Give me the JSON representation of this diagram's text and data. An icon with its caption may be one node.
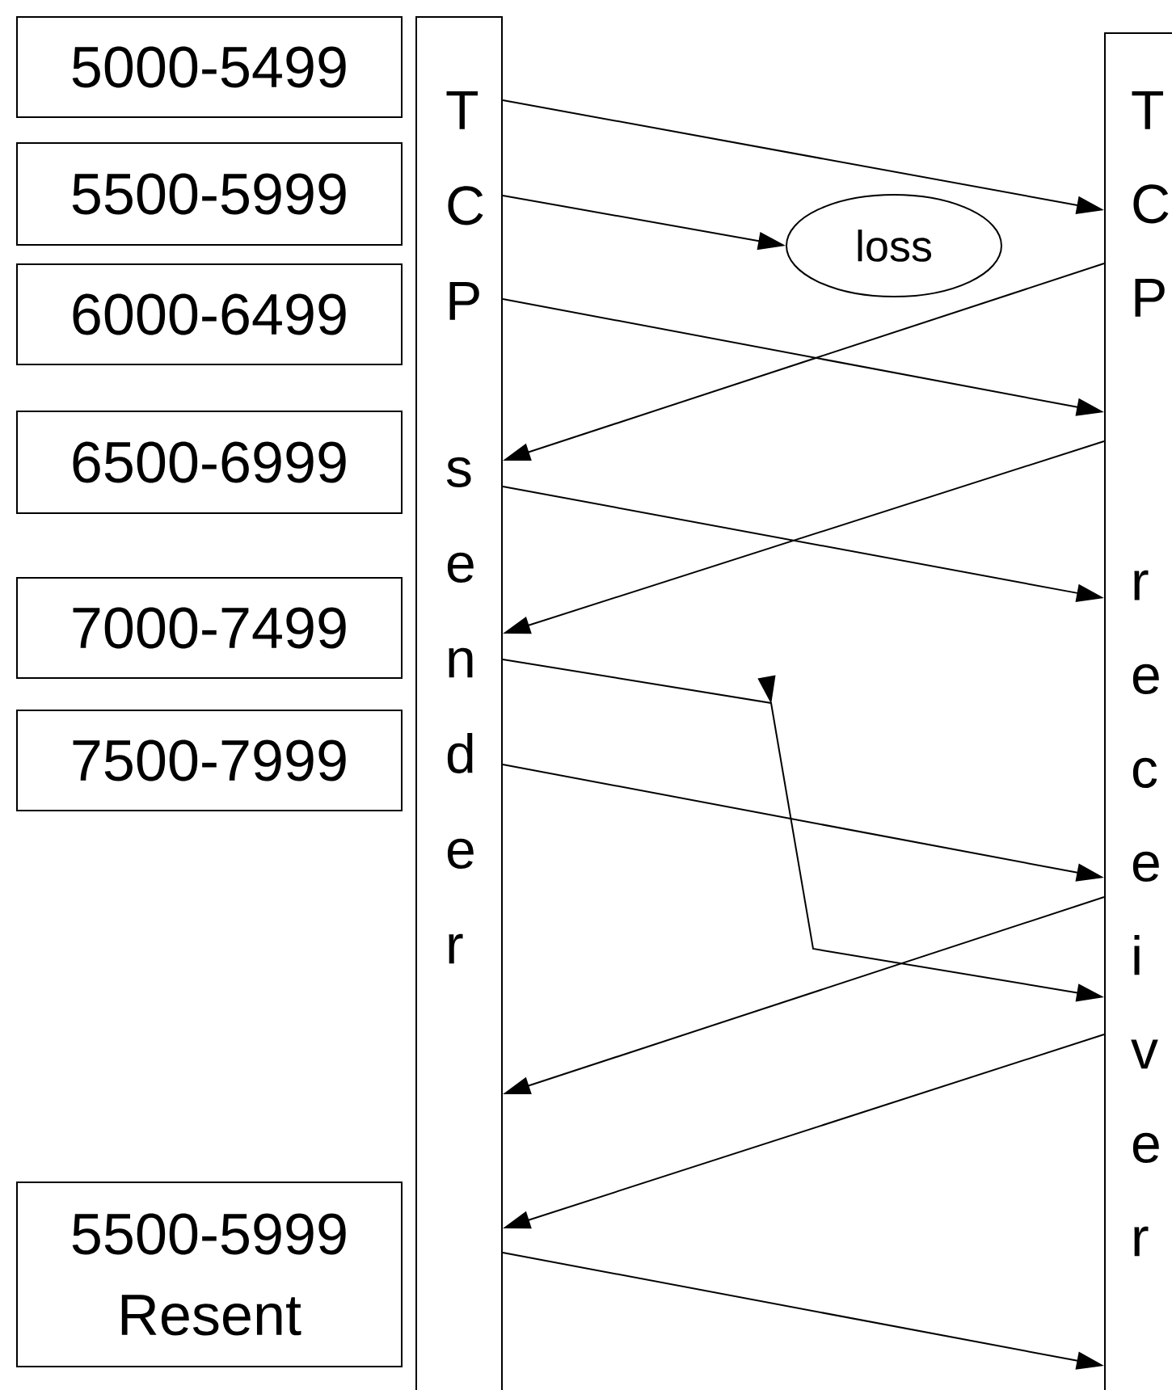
{
  "diagram": {
    "nodes": [
      {
        "text": [
          "5000-5499"
        ]
      },
      {
        "text": [
          "5500-5999"
        ]
      },
      {
        "text": [
          "6000-6499"
        ]
      },
      {
        "text": [
          "6500-6999"
        ]
      },
      {
        "text": [
          "7000-7499"
        ]
      },
      {
        "text": [
          "7500-7999"
        ]
      },
      {
        "text": [
          "5500-5999 Resent"
        ]
      },
      {
        "text": [
          "T C P",
          "s e n d e r"
        ]
      },
      {
        "text": [
          "T C P",
          "r e c e i v e r"
        ]
      },
      {
        "text": [
          "loss"
        ]
      }
    ],
    "edges": [
      {
        "from": 7,
        "to": 8,
        "arrow": "to"
      },
      {
        "from": 7,
        "to": 9,
        "arrow": "to"
      },
      {
        "from": 7,
        "to": 8,
        "arrow": "to"
      },
      {
        "from": 8,
        "to": 7,
        "arrow": "to"
      },
      {
        "from": 8,
        "to": 7,
        "arrow": "to"
      },
      {
        "from": 7,
        "to": 8,
        "arrow": "to"
      },
      {
        "from": 7,
        "to": 8,
        "arrow": "to"
      },
      {
        "from": 7,
        "to": 8,
        "arrow": "to"
      },
      {
        "from": 8,
        "to": 7,
        "arrow": "to"
      },
      {
        "from": 8,
        "to": 7,
        "arrow": "to"
      },
      {
        "from": 7,
        "to": 8,
        "arrow": "to"
      }
    ]
  }
}
